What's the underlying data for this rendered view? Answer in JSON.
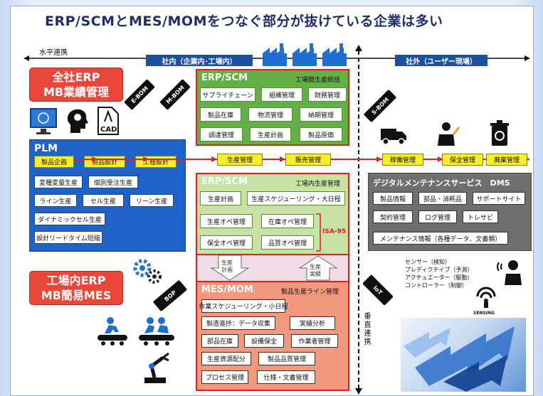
{
  "title": "ERP/SCMとMES/MOMをつなぐ部分が抜けている企業は多い",
  "horizontal_label": "水平連携",
  "vertical_label": "垂直連携",
  "internal_label": "社内（企業内･工場内）",
  "external_label": "社外（ユーザー現場）",
  "red_top": {
    "line1": "全社ERP",
    "line2": "MB業績管理"
  },
  "red_bottom": {
    "line1": "工場内ERP",
    "line2": "MB簡易MES"
  },
  "arrows": {
    "ebom": "E-BOM",
    "mbom": "M-BOM",
    "sbom": "S-BOM",
    "bop": "BOP",
    "iot": "IoT"
  },
  "cad_label": "CAD",
  "plm": {
    "title": "PLM",
    "flow": [
      "製品企画",
      "製品設計",
      "工程設計"
    ],
    "rows": [
      [
        "変種変量生産",
        "個別受注生産"
      ],
      [
        "ライン生産",
        "セル生産",
        "リーン生産"
      ],
      [
        "ダイナミックセル生産"
      ],
      [
        "設計リードタイム短縮"
      ]
    ]
  },
  "mid_flow": [
    "生産管理",
    "販売管理"
  ],
  "ext_flow": [
    "稼働管理",
    "保全管理",
    "廃棄管理"
  ],
  "erp_top": {
    "title": "ERP/SCM",
    "subtitle": "工場間生産統括",
    "rows": [
      [
        "サプライチェーン",
        "組織管理",
        "財務管理"
      ],
      [
        "製品在庫",
        "物流管理",
        "納期管理"
      ],
      [
        "調達管理",
        "生産計画",
        "製品原価"
      ]
    ]
  },
  "erp_mid": {
    "title": "ERP/SCM",
    "subtitle": "工場内生産管理",
    "row1": [
      "生産計画",
      "生産スケジューリング・大日程"
    ],
    "ops": [
      [
        "生産オペ管理",
        "在庫オペ管理"
      ],
      [
        "保全オペ管理",
        "品質オペ管理"
      ]
    ],
    "isa": "ISA-95"
  },
  "pink": {
    "down": "生産\n計画",
    "up": "生産\n実績"
  },
  "mes": {
    "title": "MES/MOM",
    "subtitle": "製品生産ライン管理",
    "rows": [
      [
        "作業スケジューリング・小日程"
      ],
      [
        "製造進捗：データ収集",
        "実績分析"
      ],
      [
        "部品在庫",
        "設備保全",
        "作業者管理"
      ],
      [
        "生産資源配分",
        "製品品質管理"
      ],
      [
        "プロセス管理",
        "仕様・文書管理"
      ]
    ]
  },
  "dms": {
    "title": "デジタルメンテナンスサービス　DMS",
    "rows": [
      [
        "製品情報",
        "部品・消耗品",
        "サポートサイト"
      ],
      [
        "契約管理",
        "ログ管理",
        "トレサビ"
      ],
      [
        "メンテナンス情報（各種データ、文書類）"
      ]
    ]
  },
  "sensors": [
    "センサー（検知）",
    "プレディクテイブ（予測）",
    "アクチュエーター（駆動）",
    "コントローラー（制御）"
  ],
  "sensing_label": "SENSING",
  "colors": {
    "red": "#e8473a",
    "plm": "#1f63c8",
    "erp_green": "#63b146",
    "mes_salmon": "#f0997f",
    "dms_gray": "#6f6f6f",
    "navy": "#1f4fa3"
  }
}
